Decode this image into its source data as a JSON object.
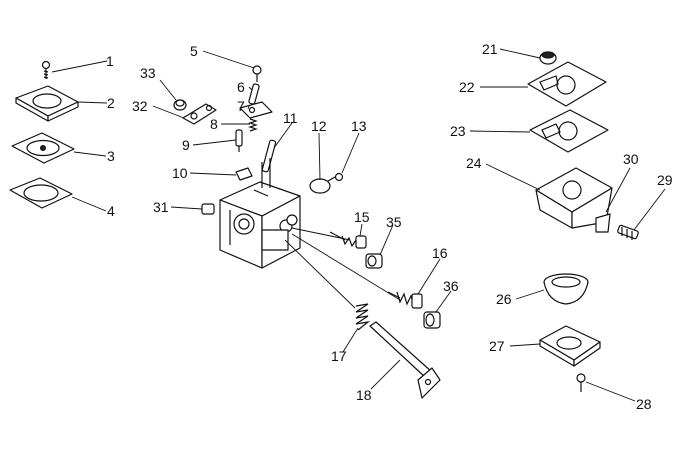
{
  "diagram": {
    "callouts": [
      {
        "id": "1",
        "label": "1"
      },
      {
        "id": "2",
        "label": "2"
      },
      {
        "id": "3",
        "label": "3"
      },
      {
        "id": "4",
        "label": "4"
      },
      {
        "id": "5",
        "label": "5"
      },
      {
        "id": "6",
        "label": "6"
      },
      {
        "id": "7",
        "label": "7"
      },
      {
        "id": "8",
        "label": "8"
      },
      {
        "id": "9",
        "label": "9"
      },
      {
        "id": "10",
        "label": "10"
      },
      {
        "id": "11",
        "label": "11"
      },
      {
        "id": "12",
        "label": "12"
      },
      {
        "id": "13",
        "label": "13"
      },
      {
        "id": "15",
        "label": "15"
      },
      {
        "id": "16",
        "label": "16"
      },
      {
        "id": "17",
        "label": "17"
      },
      {
        "id": "18",
        "label": "18"
      },
      {
        "id": "21",
        "label": "21"
      },
      {
        "id": "22",
        "label": "22"
      },
      {
        "id": "23",
        "label": "23"
      },
      {
        "id": "24",
        "label": "24"
      },
      {
        "id": "26",
        "label": "26"
      },
      {
        "id": "27",
        "label": "27"
      },
      {
        "id": "28",
        "label": "28"
      },
      {
        "id": "29",
        "label": "29"
      },
      {
        "id": "30",
        "label": "30"
      },
      {
        "id": "31",
        "label": "31"
      },
      {
        "id": "32",
        "label": "32"
      },
      {
        "id": "33",
        "label": "33"
      },
      {
        "id": "35",
        "label": "35"
      },
      {
        "id": "36",
        "label": "36"
      }
    ],
    "colors": {
      "line": "#111111",
      "background": "#ffffff"
    }
  }
}
